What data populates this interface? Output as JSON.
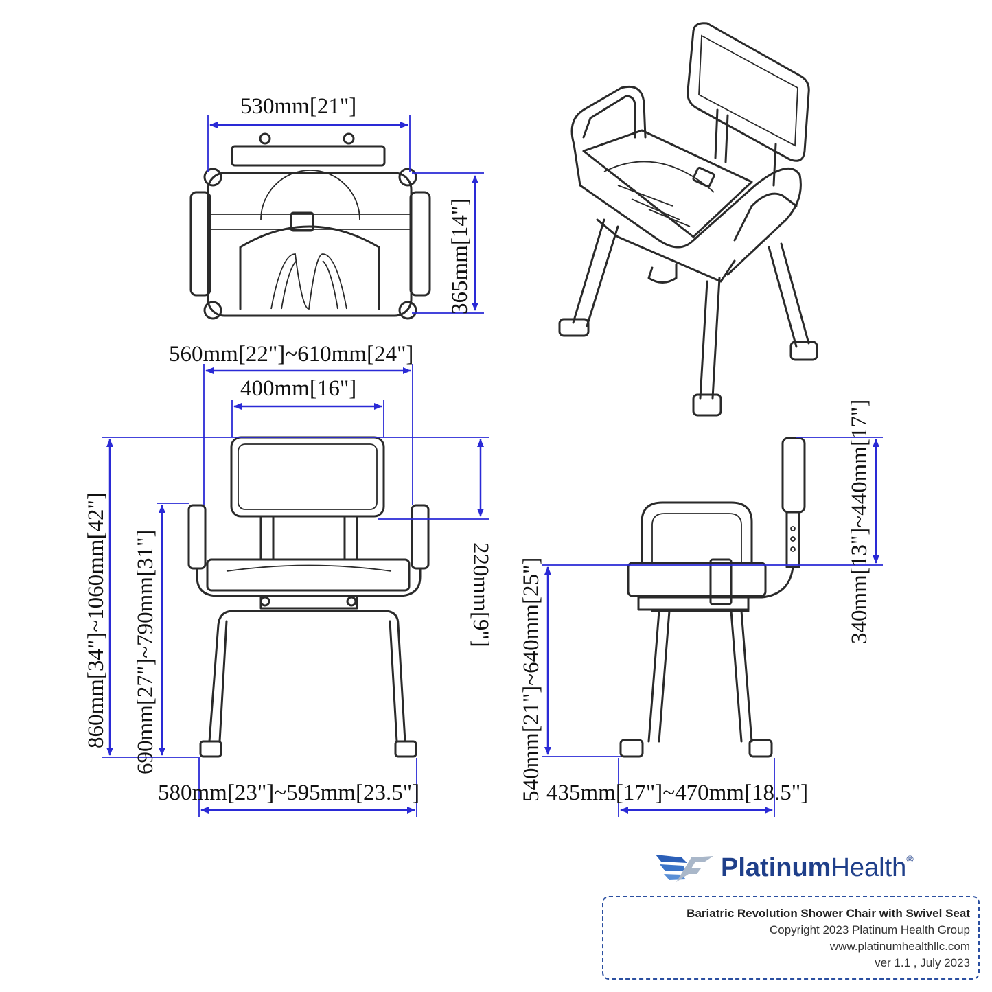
{
  "dimensions": {
    "top_width": "530mm[21\"]",
    "top_depth": "365mm[14\"]",
    "arm_width": "560mm[22\"]~610mm[24\"]",
    "back_width": "400mm[16\"]",
    "back_height": "220mm[9\"]",
    "total_height": "860mm[34\"]~1060mm[42\"]",
    "arm_height": "690mm[27\"]~790mm[31\"]",
    "front_base": "580mm[23\"]~595mm[23.5\"]",
    "seat_height": "540mm[21\"]~640mm[25\"]",
    "side_base": "435mm[17\"]~470mm[18.5\"]",
    "back_adjust": "340mm[13\"]~440mm[17\"]"
  },
  "brand": {
    "name_bold": "Platinum",
    "name_regular": "Health",
    "reg": "®"
  },
  "info": {
    "title": "Bariatric Revolution Shower Chair with Swivel Seat",
    "copyright": "Copyright 2023 Platinum Health Group",
    "url": "www.platinumhealthllc.com",
    "version": "ver 1.1 , July 2023"
  },
  "colors": {
    "dimension_line": "#2a2ad6",
    "brand": "#1f3f8a",
    "drawing": "#2a2a2a"
  }
}
